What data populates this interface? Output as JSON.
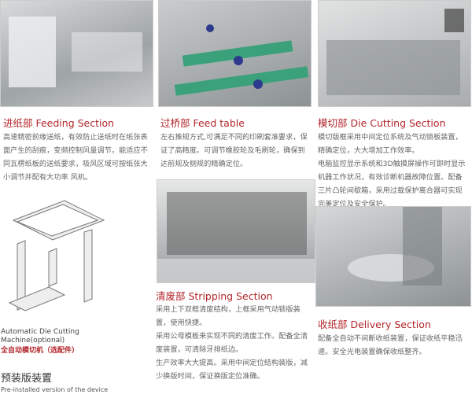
{
  "sections": {
    "feeding": {
      "title": "进纸部 Feeding Section",
      "text": "高速精密前缘送纸，有效防止送纸时在纸张表面产生的刮痕，变频控制风量调节，能适应不同瓦楞纸板的送纸要求，吸风区域可按纸张大小调节并配有大功率 风机。"
    },
    "feed_table": {
      "title": "过桥部 Feed table",
      "text": "左右推规方式,可满足不同的印刷套准要求，保证了高精度。可调节橡胶轮及毛刷轮，确保到达前规及侧规的精确定位。"
    },
    "die_cutting": {
      "title": "模切部 Die Cutting Section",
      "text1": "模切版框采用中间定位系统及气动锁板装置，精确定位，大大增加工作效率。",
      "text2": "电脑监控显示系统和3D触摸屏操作可即时显示机器工作状况，有效诊断机器故障位置。配备三片凸轮间歇箱，采用过载保护离合器可实现完美定位及安全保护。"
    },
    "stripping": {
      "title": "清废部 Stripping Section",
      "text1": "采用上下双框清废结构，上框采用气动锁版装置，使用快捷。",
      "text2": "采用公母模板来实现不同的清废工作。配备全清废装置，可清除牙排纸边。",
      "text3": "生产效率大大提高。采用中间定位结构装版，减少换版时间，保证换版定位准确。"
    },
    "delivery": {
      "title": "收纸部 Delivery Section",
      "text": "配备全自动不间断收纸装置，保证收纸平稳迅速。安全光电装置确保收纸整齐。"
    }
  },
  "optional": {
    "en": "Automatic Die Cutting Machine(optional)",
    "cn": "全自动模切机（选配件）"
  },
  "preinstall": {
    "cn": "预装版装置",
    "en": "Pre-installed version of the device"
  }
}
